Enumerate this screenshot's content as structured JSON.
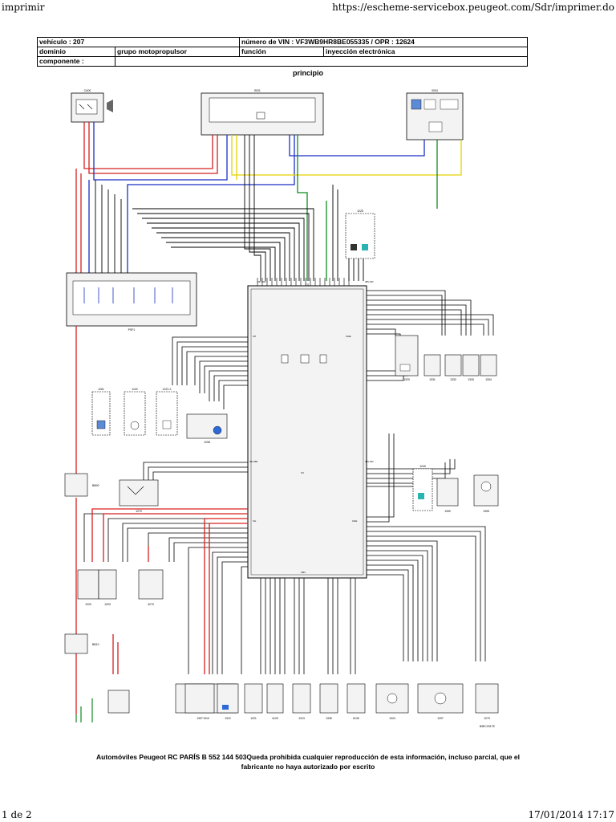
{
  "browser": {
    "tab_title": "imprimir",
    "url": "https://escheme-servicebox.peugeot.com/Sdr/imprimer.do",
    "page_indicator": "1 de 2",
    "datetime": "17/01/2014 17:17"
  },
  "info_table": {
    "vehicle": "vehículo : 207",
    "vin": "número de VIN : VF3WB9HR8BE055335 / OPR : 12624",
    "domain_label": "dominio",
    "domain_value": "grupo motopropulsor",
    "function_label": "función",
    "function_value": "inyección electrónica",
    "component_label": "componente :"
  },
  "diagram": {
    "title": "principio",
    "components": {
      "c1": "CA00",
      "c2": "BSI1",
      "c3": "0004",
      "c4": "PSF1",
      "c5": "C0",
      "c6": "1320",
      "c7": "1331",
      "c8": "1332",
      "c9": "1333",
      "c10": "1334",
      "c11": "1261",
      "c12": "1115",
      "c13": "BB00",
      "c14": "1208",
      "c15": "1220",
      "c16": "1270",
      "c17": "4270",
      "c18": "BB10",
      "c19": "1203",
      "c20": "1310",
      "c21": "1397",
      "c22": "1312",
      "c23": "1221",
      "c24": "4120",
      "c25": "1313",
      "c26": "1335",
      "c27": "6130",
      "c28": "1324",
      "c29": "1297",
      "c30": "1279",
      "c31": "1390",
      "c32": "1395",
      "c33": "1225",
      "c34": "1240",
      "c35": "1221-2"
    },
    "connector_labels": {
      "k1": "32V NR",
      "k2": "48V NR",
      "k3": "32V BR",
      "k4": "C8",
      "k5": "CME",
      "k6": "CV",
      "k7": "CH",
      "k8": "CHE",
      "k9": "CBV",
      "k10": "C4",
      "k11": "32V BR",
      "k12": "48V NR"
    },
    "reference_code": "B3EC2017E"
  },
  "footer": {
    "line1": "Automóviles Peugeot RC PARÍS B 552 144 503Queda prohibida cualquier reproducción de esta información, incluso parcial, que el",
    "line2": "fabricante no haya autorizado por escrito"
  }
}
